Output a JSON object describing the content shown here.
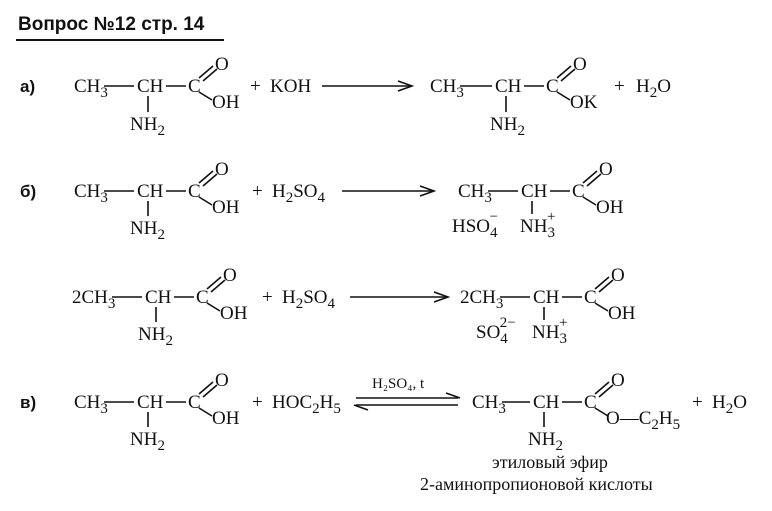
{
  "title": "Вопрос №12 стр. 14",
  "labels": {
    "a": "а)",
    "b": "б)",
    "v": "в)"
  },
  "chem": {
    "ch3": "CH",
    "three": "3",
    "ch": "CH",
    "c": "C",
    "o": "O",
    "oh": "OH",
    "ok": "OK",
    "nh": "NH",
    "two": "2",
    "plus": "+",
    "koh": "KOH",
    "h": "H",
    "so": "SO",
    "four": "4",
    "hso": "HSO",
    "minus": "−",
    "plus_sup": "+",
    "two_ch3": "2CH",
    "sulfate_charge": "2−",
    "hoc": "HOC",
    "h5": "H",
    "five": "5",
    "o_dash_c": "O—C",
    "conditions": "H₂SO₄, t"
  },
  "caption": {
    "line1": "этиловый эфир",
    "line2": "2-аминопропионовой кислоты"
  }
}
